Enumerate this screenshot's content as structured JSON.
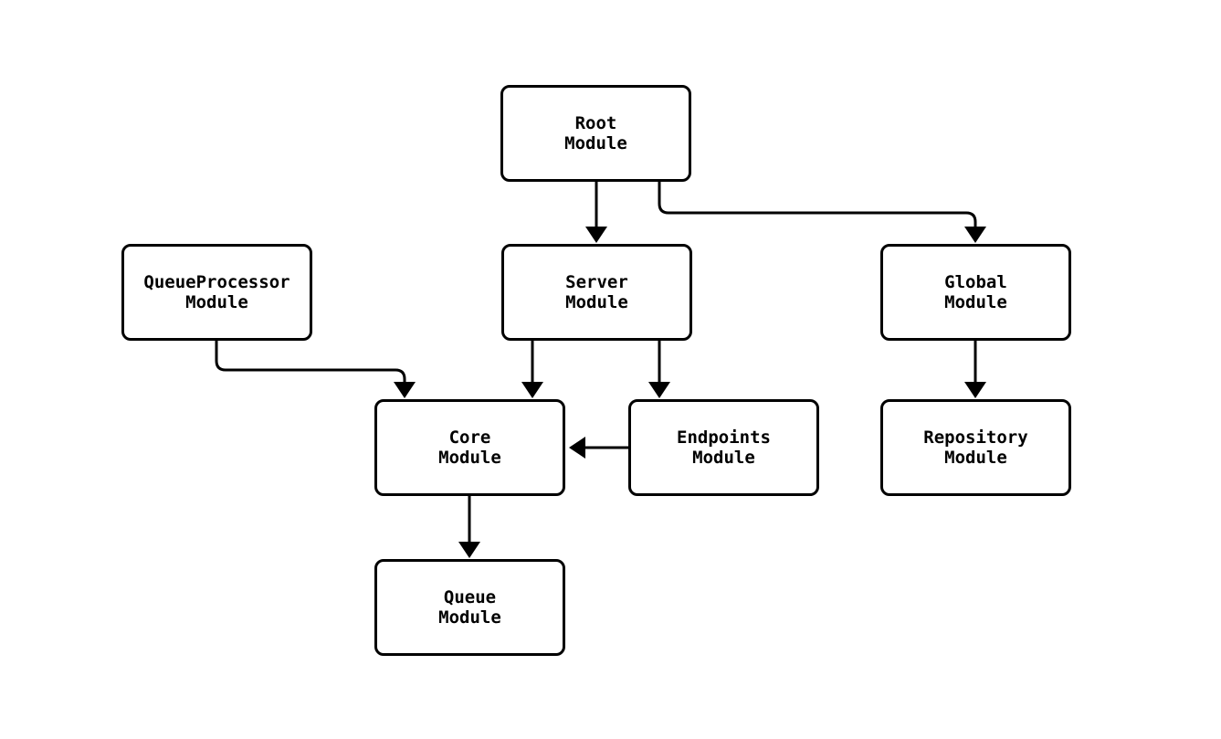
{
  "diagram": {
    "type": "module-dependency-flowchart",
    "background_color": "#ffffff",
    "node_fill_color": "#ffffff",
    "node_border_color": "#000000",
    "edge_color": "#000000",
    "text_color": "#000000",
    "nodes": {
      "root": {
        "line1": "Root",
        "line2": "Module"
      },
      "queueprocessor": {
        "line1": "QueueProcessor",
        "line2": "Module"
      },
      "server": {
        "line1": "Server",
        "line2": "Module"
      },
      "global": {
        "line1": "Global",
        "line2": "Module"
      },
      "core": {
        "line1": "Core",
        "line2": "Module"
      },
      "endpoints": {
        "line1": "Endpoints",
        "line2": "Module"
      },
      "repository": {
        "line1": "Repository",
        "line2": "Module"
      },
      "queue": {
        "line1": "Queue",
        "line2": "Module"
      }
    },
    "edges": [
      {
        "from": "root",
        "to": "server"
      },
      {
        "from": "root",
        "to": "global"
      },
      {
        "from": "queueprocessor",
        "to": "core"
      },
      {
        "from": "server",
        "to": "core"
      },
      {
        "from": "server",
        "to": "endpoints"
      },
      {
        "from": "global",
        "to": "repository"
      },
      {
        "from": "endpoints",
        "to": "core"
      },
      {
        "from": "core",
        "to": "queue"
      }
    ]
  }
}
